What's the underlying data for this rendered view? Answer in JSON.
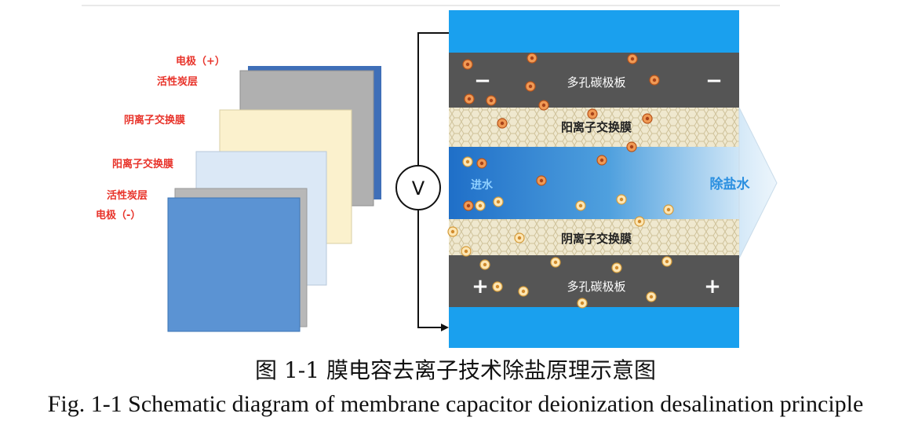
{
  "left_labels": {
    "electrode_pos": "电极（+）",
    "active_carbon_top": "活性炭层",
    "anion_membrane": "阴离子交换膜",
    "cation_membrane": "阳离子交换膜",
    "active_carbon_bottom": "活性炭层",
    "electrode_neg": "电极（-）"
  },
  "cell_labels": {
    "top_plate": "多孔碳极板",
    "top_membrane": "阳离子交换膜",
    "inlet": "进水",
    "outlet": "除盐水",
    "bottom_membrane": "阴离子交换膜",
    "bottom_plate": "多孔碳极板",
    "top_sign_left": "−",
    "top_sign_right": "−",
    "bottom_sign_left": "+",
    "bottom_sign_right": "+",
    "voltmeter": "V"
  },
  "caption": {
    "cn": "图 1-1 膜电容去离子技术除盐原理示意图",
    "en": "Fig. 1-1 Schematic diagram of membrane capacitor deionization desalination principle"
  },
  "colors": {
    "electrode_blue": "#1aa0ee",
    "plate_gray": "#555555",
    "membrane_beige": "#ece4c8",
    "label_red": "#e8332a",
    "ion_orange": "#e07a2b"
  }
}
